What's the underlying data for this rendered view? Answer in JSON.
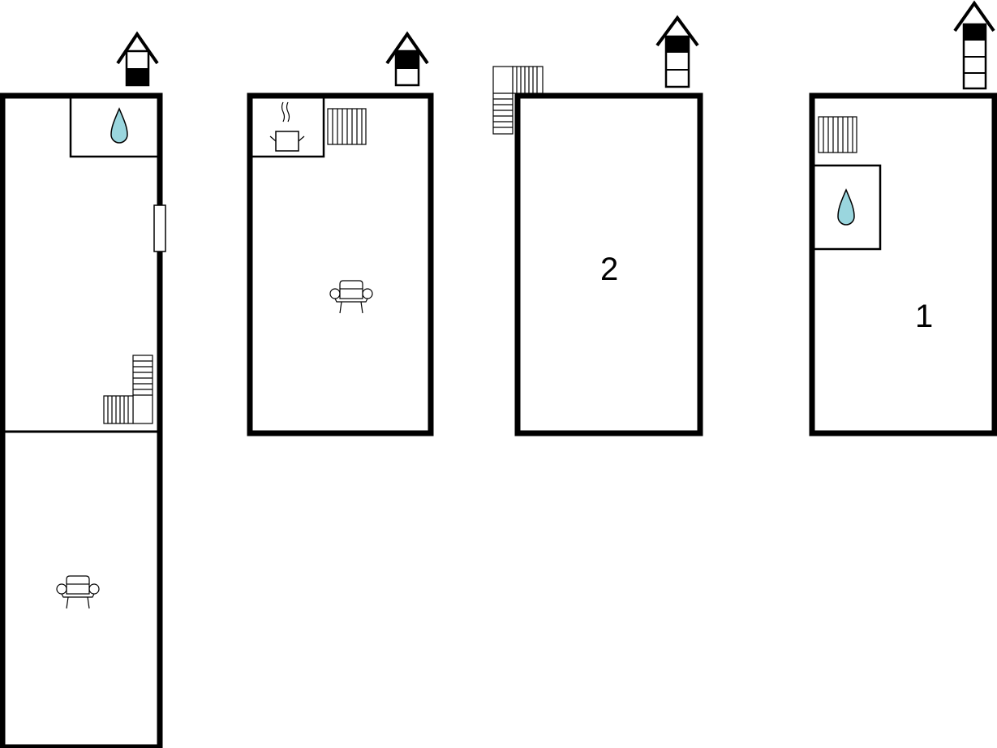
{
  "colors": {
    "wall": "#000000",
    "water": "#9ad6de",
    "background": "#ffffff"
  },
  "icons": {
    "level_indicator": "house-level-icon",
    "water": "water-drop-icon",
    "kitchen": "cooking-pot-icon",
    "living": "armchair-icon",
    "stairs": "stairs-icon",
    "window": "window-icon"
  },
  "floors": [
    {
      "id": "floor-1",
      "level_index": 1,
      "rooms": [],
      "room_labels": []
    },
    {
      "id": "floor-2",
      "level_index": 2,
      "room_labels": []
    },
    {
      "id": "floor-3",
      "level_index": 3,
      "room_labels": [
        "2"
      ]
    },
    {
      "id": "floor-4",
      "level_index": 4,
      "room_labels": [
        "1"
      ]
    }
  ],
  "labels": {
    "room_2": "2",
    "room_1": "1"
  }
}
